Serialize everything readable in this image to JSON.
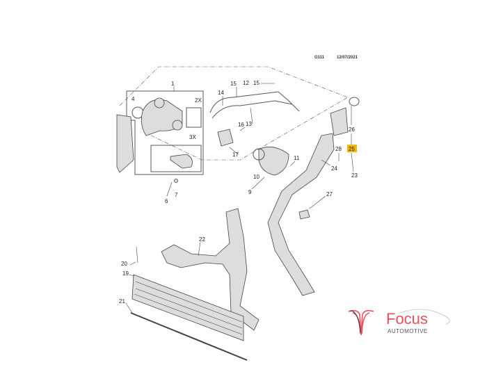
{
  "header": {
    "code": "G111",
    "date": "12/07/2021"
  },
  "callouts": {
    "c1": "1",
    "c2x": "2X",
    "c3x": "3X",
    "c4": "4",
    "c6": "6",
    "c7": "7",
    "c9": "9",
    "c10": "10",
    "c11": "11",
    "c12": "12",
    "c13": "13",
    "c14": "14",
    "c15a": "15",
    "c15b": "15",
    "c16": "16",
    "c17": "17",
    "c19": "19",
    "c20": "20",
    "c21": "21",
    "c22": "22",
    "c23": "23",
    "c24": "24",
    "c25": "25",
    "c26": "26",
    "c27": "27",
    "c28": "28"
  },
  "highlight_color": "#f5b800",
  "logo": {
    "name": "Focus",
    "subtitle": "AUTOMOTIVE",
    "brand_color": "#e8505b"
  }
}
